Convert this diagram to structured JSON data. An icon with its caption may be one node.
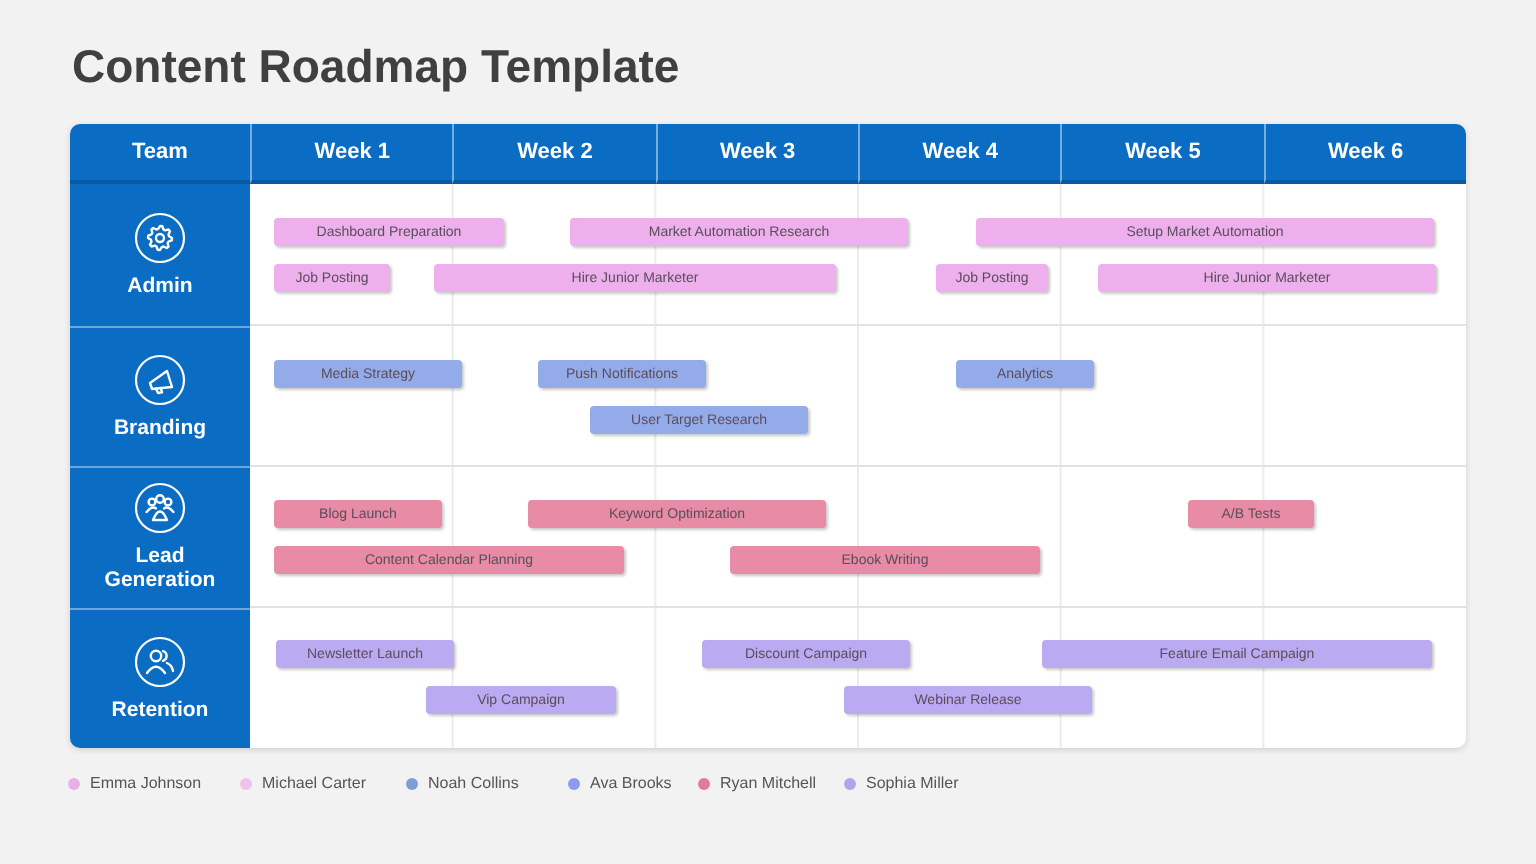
{
  "diagram": {
    "title": "Content Roadmap Template",
    "nodes": [
      {
        "text": [
          "Team"
        ]
      },
      {
        "text": [
          "Week 1"
        ]
      },
      {
        "text": [
          "Week 2"
        ]
      },
      {
        "text": [
          "Week 3"
        ]
      },
      {
        "text": [
          "Week 4"
        ]
      },
      {
        "text": [
          "Week 5"
        ]
      },
      {
        "text": [
          "Week 6"
        ]
      },
      {
        "text": [
          "Admin"
        ]
      },
      {
        "text": [
          "Dashboard Preparation"
        ]
      },
      {
        "text": [
          "Market Automation Research"
        ]
      },
      {
        "text": [
          "Setup Market Automation"
        ]
      },
      {
        "text": [
          "Job Posting"
        ]
      },
      {
        "text": [
          "Hire Junior Marketer"
        ]
      },
      {
        "text": [
          "Job Posting"
        ]
      },
      {
        "text": [
          "Hire Junior Marketer"
        ]
      },
      {
        "text": [
          "Branding"
        ]
      },
      {
        "text": [
          "Media Strategy"
        ]
      },
      {
        "text": [
          "Push Notifications"
        ]
      },
      {
        "text": [
          "Analytics"
        ]
      },
      {
        "text": [
          "User Target Research"
        ]
      },
      {
        "text": [
          "Lead Generation"
        ]
      },
      {
        "text": [
          "Blog Launch"
        ]
      },
      {
        "text": [
          "Keyword Optimization"
        ]
      },
      {
        "text": [
          "A/B Tests"
        ]
      },
      {
        "text": [
          "Content Calendar Planning"
        ]
      },
      {
        "text": [
          "Ebook Writing"
        ]
      },
      {
        "text": [
          "Retention"
        ]
      },
      {
        "text": [
          "Newsletter Launch"
        ]
      },
      {
        "text": [
          "Discount Campaign"
        ]
      },
      {
        "text": [
          "Feature Email Campaign"
        ]
      },
      {
        "text": [
          "Vip Campaign"
        ]
      },
      {
        "text": [
          "Webinar Release"
        ]
      }
    ],
    "legend": [
      {
        "text": "Emma Johnson",
        "color": "#e6b2e6"
      },
      {
        "text": "Michael Carter",
        "color": "#edc2ed"
      },
      {
        "text": "Noah Collins",
        "color": "#7f9dd6"
      },
      {
        "text": "Ava Brooks",
        "color": "#8b9cf0"
      },
      {
        "text": "Ryan Mitchell",
        "color": "#e07b98"
      },
      {
        "text": "Sophia Miller",
        "color": "#b3a4ee"
      }
    ]
  }
}
